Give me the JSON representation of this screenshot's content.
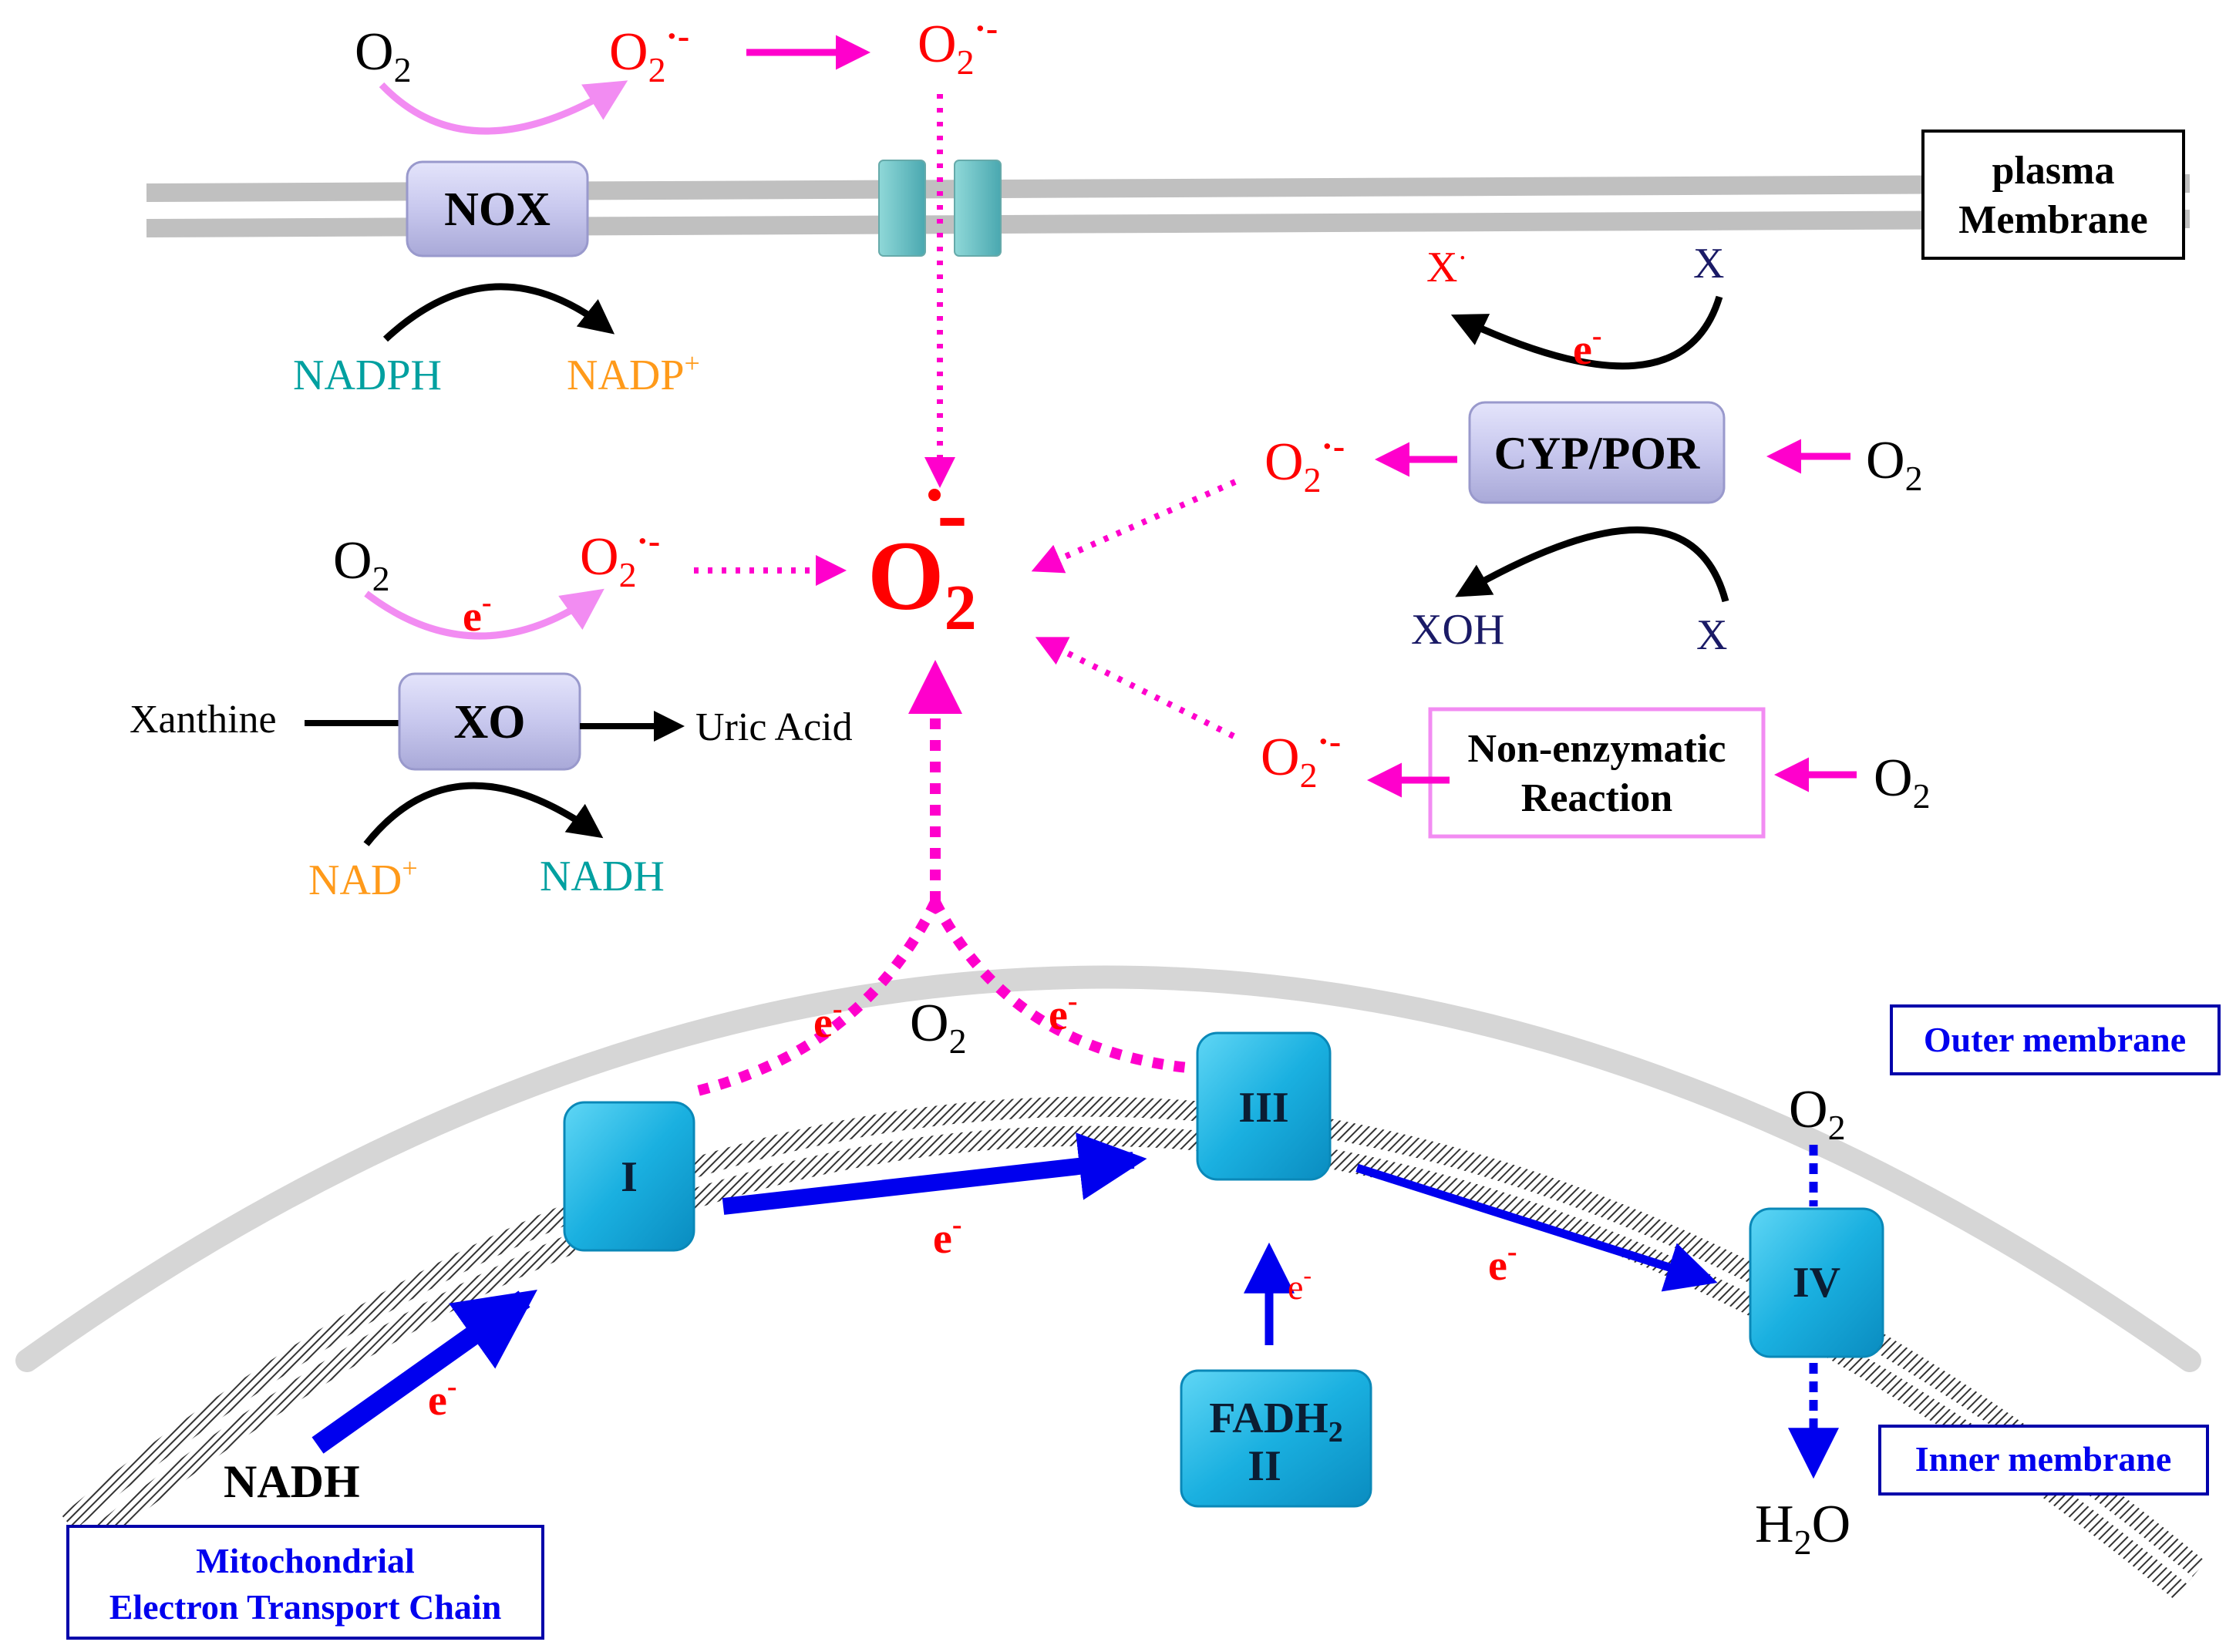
{
  "colors": {
    "pink": "#ff00cc",
    "light_pink": "#f28cf2",
    "red": "#ff0000",
    "blue": "#0000ee",
    "teal": "#00a0a0",
    "orange": "#ff9a1a",
    "navy": "#1a1a66",
    "cyan": "#1ab0e0",
    "lavender": "#c8c8ee",
    "gray": "#c8c8c8"
  },
  "species": {
    "oxygen": "O",
    "oxygen_subscript": "2",
    "superoxide_dot": "·-",
    "center_minus": "-",
    "electron": "e",
    "electron_charge": "-",
    "water_h": "H",
    "water_sub": "2",
    "water_o": "O"
  },
  "membrane": {
    "plasma_label_line1": "plasma",
    "plasma_label_line2": "Membrane",
    "outer_label": "Outer membrane",
    "inner_label": "Inner membrane"
  },
  "nox": {
    "label": "NOX",
    "donor": "NADPH",
    "product_base": "NADP",
    "product_sup": "+"
  },
  "cyp": {
    "label": "CYP/POR",
    "x_radical": "X",
    "x_radical_dot": "·",
    "x": "X",
    "xoh": "XOH",
    "x_bottom": "X"
  },
  "xo": {
    "label": "XO",
    "substrate": "Xanthine",
    "product": "Uric Acid",
    "cofactor_in_base": "NAD",
    "cofactor_in_sup": "+",
    "cofactor_out": "NADH"
  },
  "nonenzymatic": {
    "line1": "Non-enzymatic",
    "line2": "Reaction"
  },
  "etc": {
    "complex_1": "I",
    "complex_3": "III",
    "complex_4": "IV",
    "complex_2_line1_base": "FADH",
    "complex_2_line1_sub": "2",
    "complex_2_line2": "II",
    "nadh": "NADH",
    "caption_line1": "Mitochondrial",
    "caption_line2": "Electron Transport Chain"
  }
}
